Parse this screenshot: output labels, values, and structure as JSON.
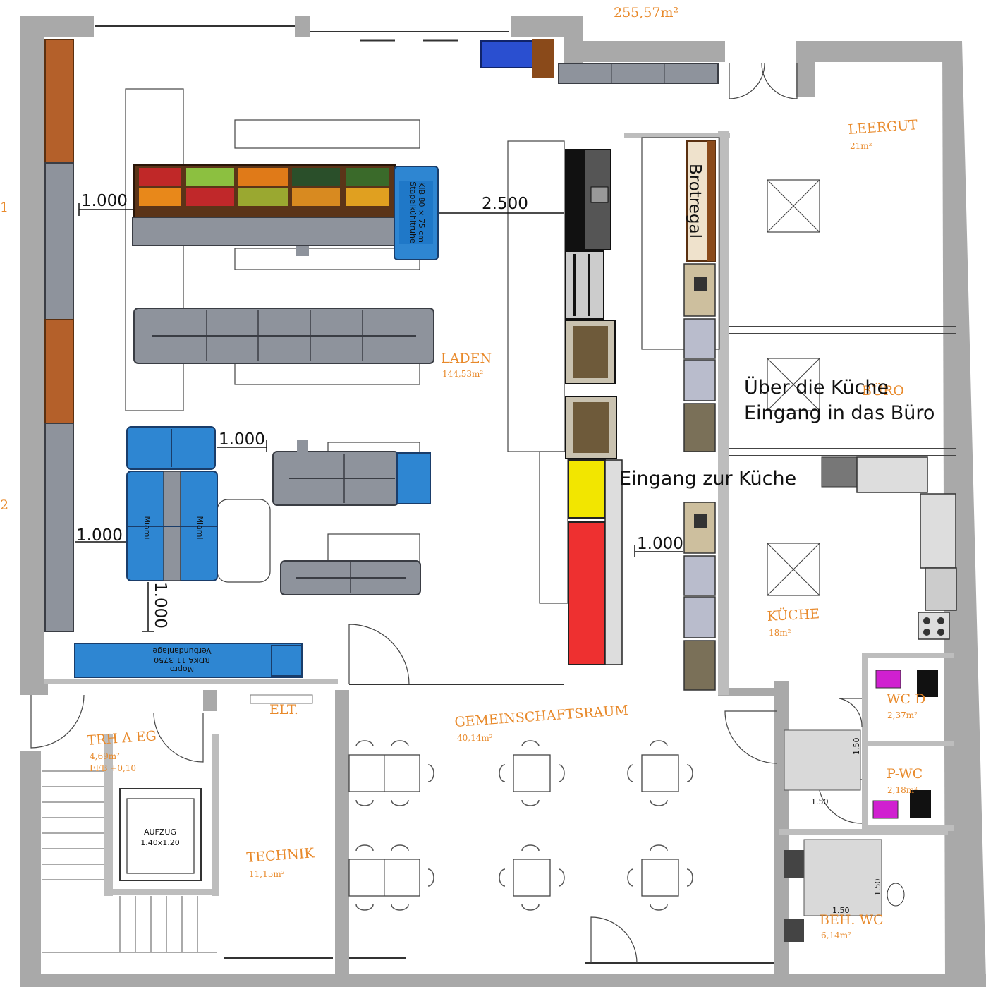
{
  "rooms": {
    "total_area": "255,57m²",
    "laden": {
      "name": "LADEN",
      "area": "144,53m²"
    },
    "leergut": {
      "name": "LEERGUT",
      "area": "21m²"
    },
    "buero": {
      "name": "BÜRO"
    },
    "kueche": {
      "name": "KÜCHE",
      "area": "18m²"
    },
    "gemeinschaftsraum": {
      "name": "GEMEINSCHAFTSRAUM",
      "area": "40,14m²"
    },
    "trh": {
      "name": "TRH A EG",
      "area": "4,69m²",
      "ffb": "FFB +0,10"
    },
    "technik": {
      "name": "TECHNIK",
      "area": "11,15m²"
    },
    "wc": {
      "name": "WC D",
      "area": "2,37m²"
    },
    "p_wc": {
      "name": "P-WC",
      "area": "2,18m²"
    },
    "beh_wc": {
      "name": "BEH. WC",
      "area": "6,14m²"
    },
    "elt": "ELT.",
    "side_marks": [
      "1",
      "2"
    ]
  },
  "dimensions": {
    "d1": "1.000",
    "d2": "2.500",
    "d3": "1.000",
    "d4": "1.000",
    "d5": "1.000",
    "d6": "1.000",
    "turn1_v": "1.50",
    "turn1_h": "1.50",
    "turn2_v": "1.50",
    "turn2_h": "1.50"
  },
  "labels": {
    "brotregal": "Brotregal",
    "note_buero_1": "Über die Küche",
    "note_buero_2": "Eingang in das Büro",
    "note_kueche": "Eingang zur Küche",
    "miami_1": "Miami",
    "miami_2": "Miami",
    "counter_1": "Mopro",
    "counter_2": "RDKA 11 3750",
    "counter_3": "Verbundanlage",
    "aufzug_1": "AUFZUG",
    "aufzug_2": "1.40x1.20",
    "produce_1": "Stapelkühltruhe",
    "produce_2": "KIB 80 × 75 cm"
  },
  "colors": {
    "wall": "#a9a9a9",
    "shelf": "#8e939c",
    "cooler_blue": "#2e86d2",
    "wood": "#b4602a",
    "room_label": "#e8892a",
    "freezer_yellow": "#f2e600",
    "freezer_red": "#ee3030",
    "toilet_magenta": "#d020d0"
  }
}
